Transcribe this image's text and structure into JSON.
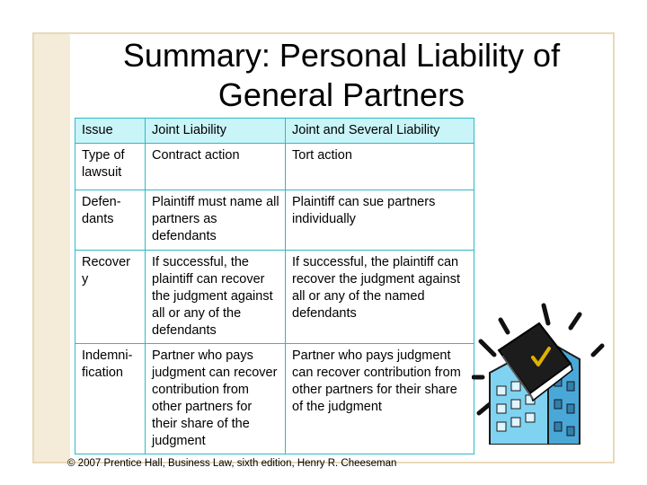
{
  "slide": {
    "title_line1": "Summary: Personal Liability of",
    "title_line2": "General Partners"
  },
  "table": {
    "headers": [
      "Issue",
      "Joint Liability",
      "Joint and Several Liability"
    ],
    "rows": [
      {
        "issue": "Type of lawsuit",
        "joint": "Contract action",
        "several": "Tort action"
      },
      {
        "issue": "Defen-dants",
        "joint": "Plaintiff must name all partners as defendants",
        "several": "Plaintiff can sue partners individually"
      },
      {
        "issue": "Recover y",
        "joint": "If successful, the plaintiff can recover the judgment against all or any of the defendants",
        "several": "If successful, the plaintiff can recover the judgment against all or any of the named defendants"
      },
      {
        "issue": "Indemni-fication",
        "joint": "Partner who pays judgment can recover contribution from other partners for their share of the judgment",
        "several": "Partner who pays judgment can recover contribution from other partners for their share of the judgment"
      }
    ]
  },
  "footer": {
    "copyright": "© 2007 Prentice Hall, Business Law, sixth edition, Henry R. Cheeseman"
  },
  "colors": {
    "table_border": "#2fb9c6",
    "header_fill": "#c9f4f8"
  },
  "clipart": {
    "icon": "rulebook-building-icon"
  }
}
